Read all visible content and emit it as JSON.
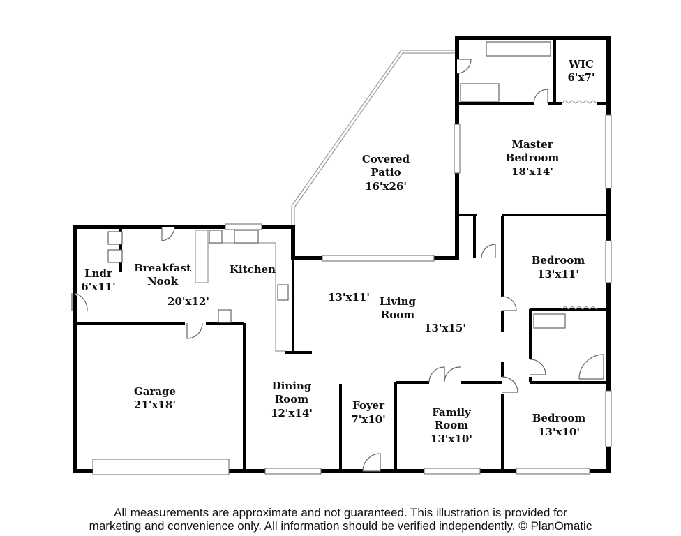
{
  "rooms": {
    "covered_patio": {
      "name": [
        "Covered",
        "Patio"
      ],
      "size": "16'x26'"
    },
    "wic": {
      "name": [
        "WIC"
      ],
      "size": "6'x7'"
    },
    "master_bedroom": {
      "name": [
        "Master",
        "Bedroom"
      ],
      "size": "18'x14'"
    },
    "lndr": {
      "name": [
        "Lndr"
      ],
      "size": "6'x11'"
    },
    "breakfast_nook": {
      "name": [
        "Breakfast",
        "Nook"
      ],
      "size": "20'x12'"
    },
    "kitchen": {
      "name": [
        "Kitchen"
      ]
    },
    "living_room": {
      "name": [
        "Living",
        "Room"
      ],
      "size": "13'x15'",
      "size2": "13'x11'"
    },
    "bedroom_1": {
      "name": [
        "Bedroom"
      ],
      "size": "13'x11'"
    },
    "garage": {
      "name": [
        "Garage"
      ],
      "size": "21'x18'"
    },
    "dining_room": {
      "name": [
        "Dining",
        "Room"
      ],
      "size": "12'x14'"
    },
    "foyer": {
      "name": [
        "Foyer"
      ],
      "size": "7'x10'"
    },
    "family_room": {
      "name": [
        "Family",
        "Room"
      ],
      "size": "13'x10'"
    },
    "bedroom_2": {
      "name": [
        "Bedroom"
      ],
      "size": "13'x10'"
    }
  },
  "disclaimer": [
    "All measurements are approximate and not guaranteed. This illustration is provided for",
    "marketing and convenience only. All information should be verified independently. © PlanOmatic"
  ]
}
